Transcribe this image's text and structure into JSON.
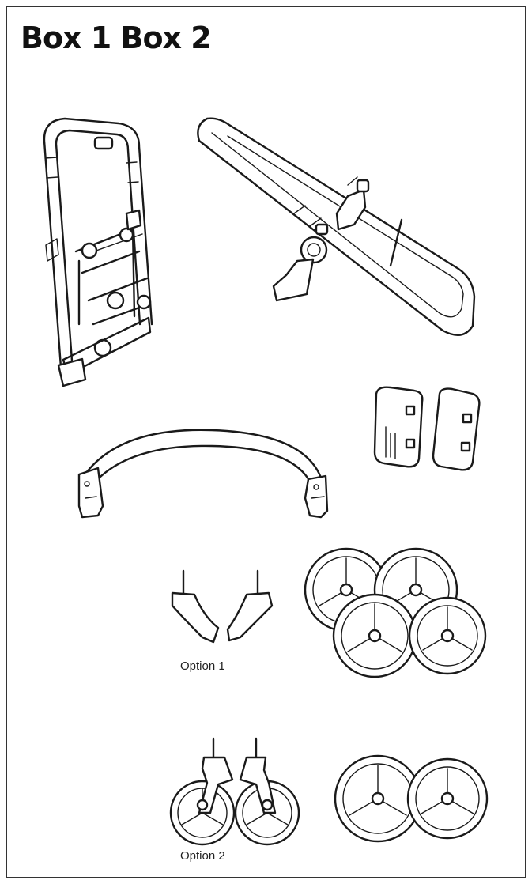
{
  "page": {
    "title": "Box 1 Box 2",
    "option_1_label": "Option 1",
    "option_2_label": "Option 2"
  },
  "colors": {
    "ink": "#1a1a1a",
    "background": "#ffffff"
  }
}
